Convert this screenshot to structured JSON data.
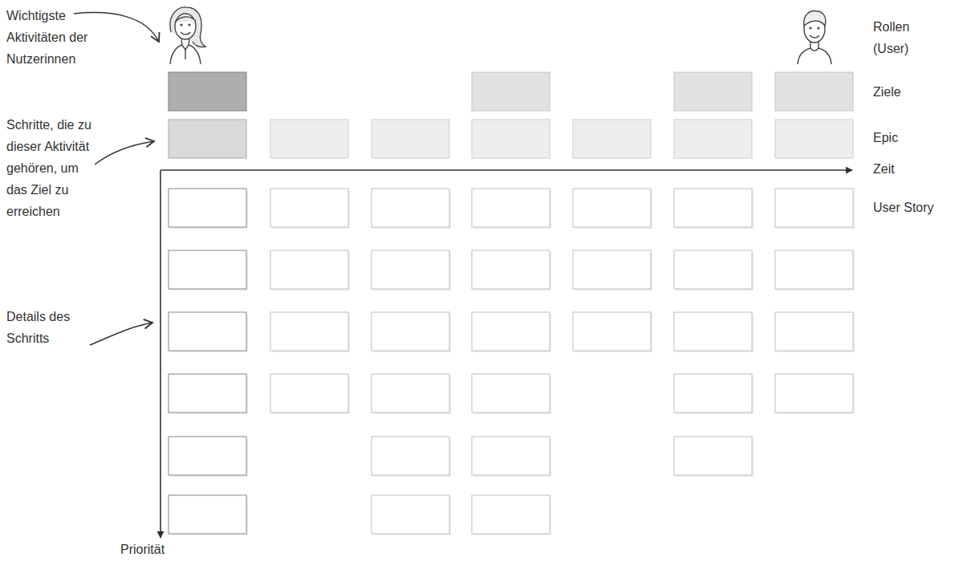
{
  "diagram": {
    "labels": [
      "Wichtigste Aktivitäten der Nutzerinnen",
      "Schritte, die zu dieser Aktivität gehören, um das Ziel zu erreichen",
      "Details des Schritts",
      "Rollen (User)",
      "Ziele",
      "Epic",
      "Zeit",
      "User Story",
      "Priorität"
    ]
  }
}
